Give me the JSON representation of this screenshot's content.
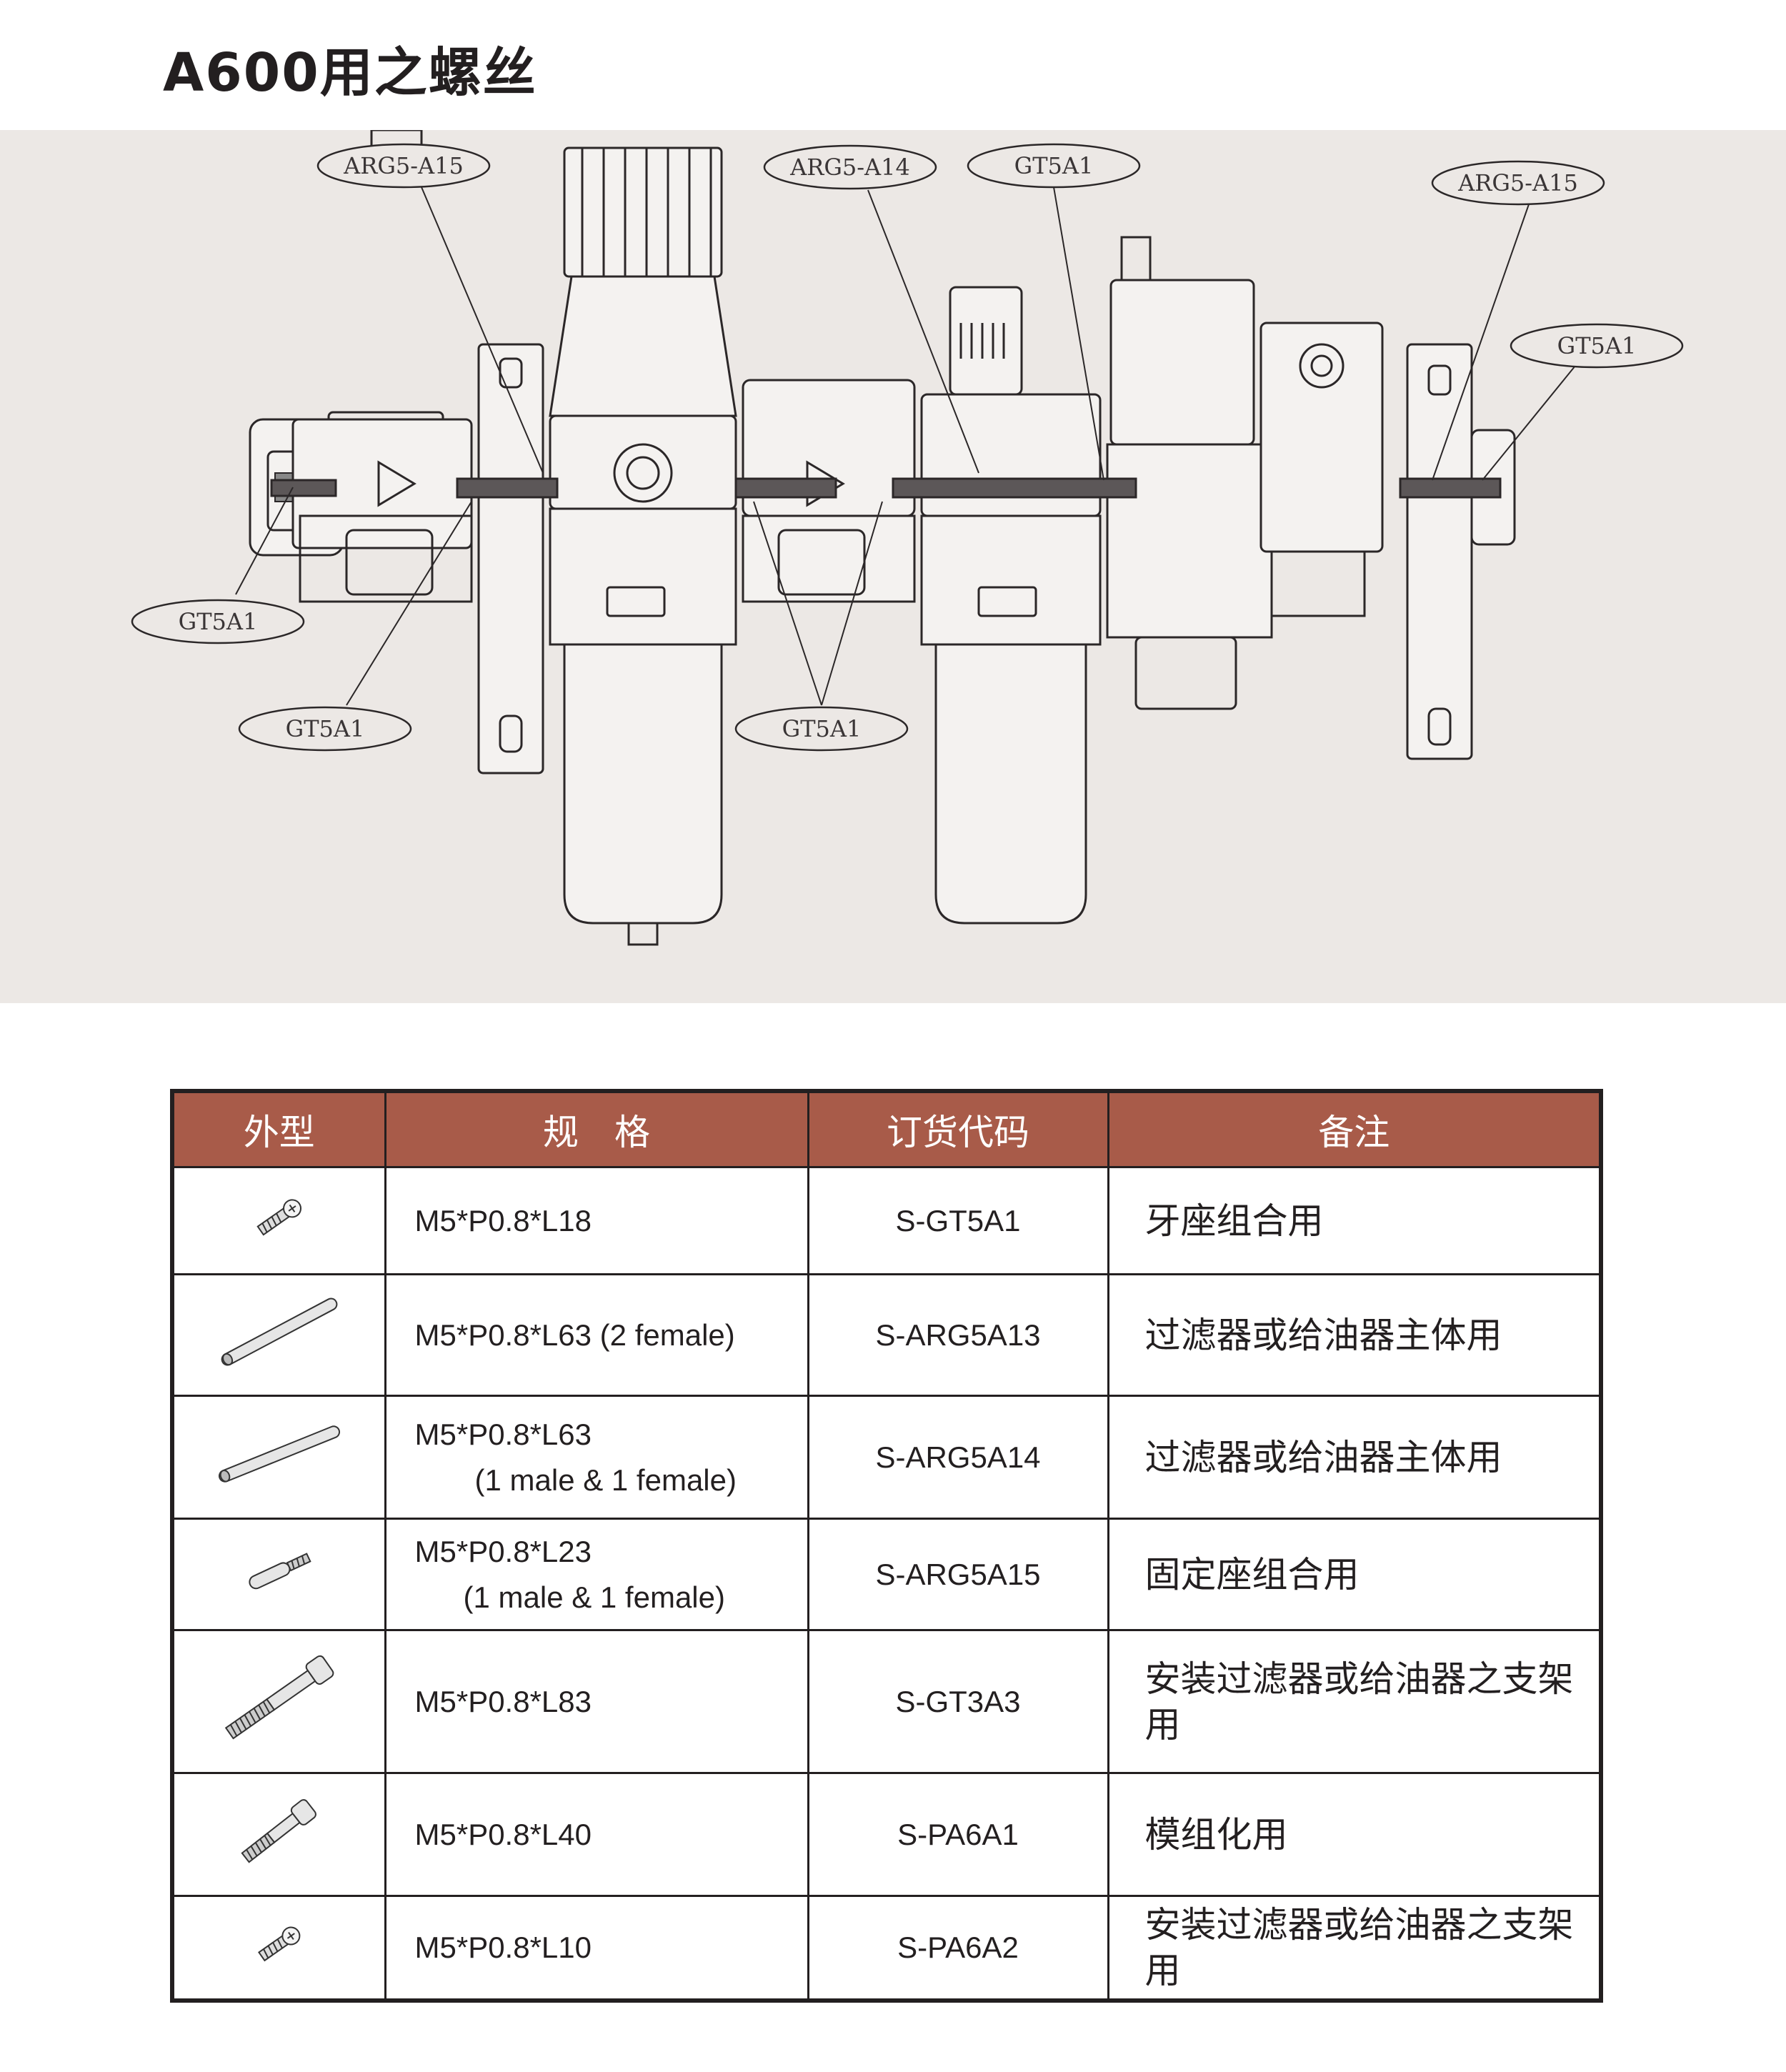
{
  "page": {
    "title": "A600用之螺丝"
  },
  "diagram": {
    "callouts": [
      "ARG5-A15",
      "ARG5-A14",
      "GT5A1",
      "ARG5-A15",
      "GT5A1",
      "GT5A1",
      "GT5A1",
      "GT5A1"
    ]
  },
  "table": {
    "header_color": "#a85b49",
    "headers": [
      "外型",
      "规　格",
      "订货代码",
      "备注"
    ],
    "rows": [
      {
        "icon": "short-screw-icon",
        "spec": "M5*P0.8*L18",
        "spec_line2": "",
        "code": "S-GT5A1",
        "note": "牙座组合用"
      },
      {
        "icon": "long-rod-icon",
        "spec": "M5*P0.8*L63 (2 female)",
        "spec_line2": "",
        "code": "S-ARG5A13",
        "note": "过滤器或给油器主体用"
      },
      {
        "icon": "long-rod-icon",
        "spec": "M5*P0.8*L63",
        "spec_line2": "(1 male & 1 female)",
        "code": "S-ARG5A14",
        "note": "过滤器或给油器主体用"
      },
      {
        "icon": "standoff-icon",
        "spec": "M5*P0.8*L23",
        "spec_line2": "(1 male & 1 female)",
        "code": "S-ARG5A15",
        "note": "固定座组合用"
      },
      {
        "icon": "long-bolt-icon",
        "spec": "M5*P0.8*L83",
        "spec_line2": "",
        "code": "S-GT3A3",
        "note": "安装过滤器或给油器之支架用"
      },
      {
        "icon": "bolt-icon",
        "spec": "M5*P0.8*L40",
        "spec_line2": "",
        "code": "S-PA6A1",
        "note": "模组化用"
      },
      {
        "icon": "short-screw-icon",
        "spec": "M5*P0.8*L10",
        "spec_line2": "",
        "code": "S-PA6A2",
        "note": "安装过滤器或给油器之支架用"
      }
    ]
  }
}
